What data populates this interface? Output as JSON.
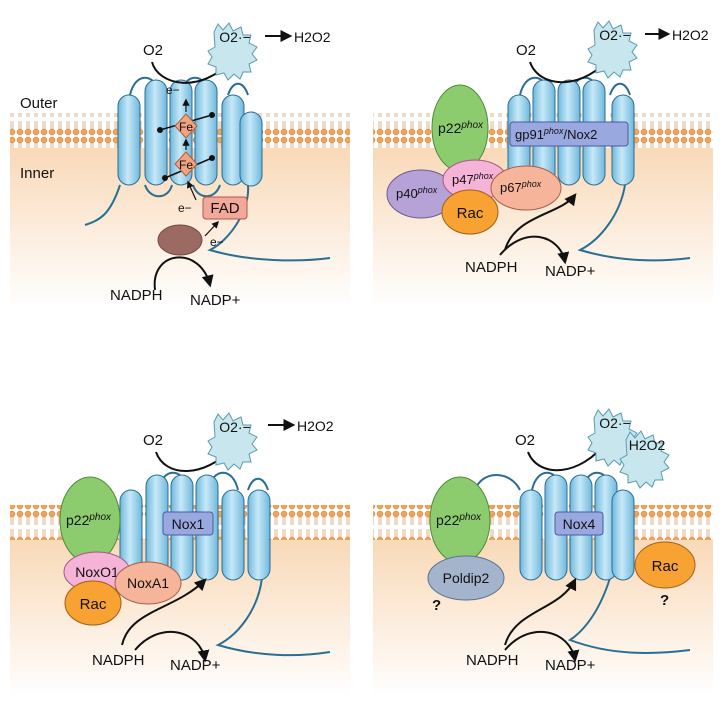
{
  "panels": {
    "p1": {
      "outer_label": "Outer",
      "inner_label": "Inner",
      "o2": "O2",
      "superoxide": "O2·−",
      "h2o2": "H2O2",
      "electron_label": "e−",
      "fe_label": "Fe",
      "fad_label": "FAD",
      "nadph": "NADPH",
      "nadp": "NADP+"
    },
    "p2": {
      "o2": "O2",
      "superoxide": "O2·−",
      "h2o2": "H2O2",
      "p22": "p22",
      "phox": "phox",
      "gp91": "gp91",
      "nox2": "/Nox2",
      "p47": "p47",
      "p40": "p40",
      "p67": "p67",
      "rac": "Rac",
      "nadph": "NADPH",
      "nadp": "NADP+"
    },
    "p3": {
      "o2": "O2",
      "superoxide": "O2·−",
      "h2o2": "H2O2",
      "p22": "p22",
      "phox": "phox",
      "nox1": "Nox1",
      "noxo1": "NoxO1",
      "noxa1": "NoxA1",
      "rac": "Rac",
      "nadph": "NADPH",
      "nadp": "NADP+"
    },
    "p4": {
      "o2": "O2",
      "superoxide": "O2·−",
      "h2o2": "H2O2",
      "p22": "p22",
      "phox": "phox",
      "nox4": "Nox4",
      "poldip2": "Poldip2",
      "rac": "Rac",
      "question": "?",
      "nadph": "NADPH",
      "nadp": "NADP+"
    }
  },
  "colors": {
    "helix": "#9fd3ee",
    "helix_stroke": "#2a6f93",
    "membrane_head": "#f0a45a",
    "membrane_bg": "#fbe6cf",
    "p22": "#8ccc6e",
    "rac": "#f7a233",
    "pink": "#f6b3d8",
    "salmon": "#f6b49a",
    "purple": "#b6a2d6",
    "nox_box": "#9aa8e0",
    "superoxide_cloud": "#c7e6ee"
  }
}
